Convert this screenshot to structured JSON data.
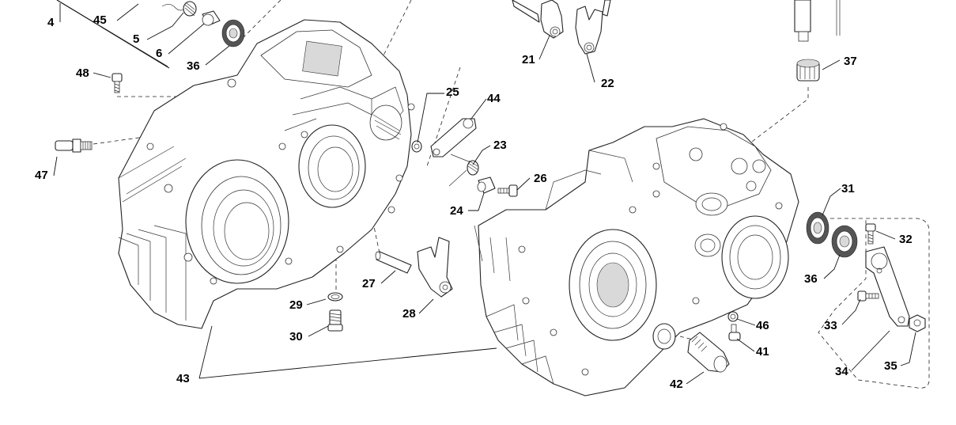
{
  "diagram": {
    "callouts": [
      {
        "id": "c4",
        "label": "4"
      },
      {
        "id": "c45",
        "label": "45"
      },
      {
        "id": "c5",
        "label": "5"
      },
      {
        "id": "c6",
        "label": "6"
      },
      {
        "id": "c36a",
        "label": "36"
      },
      {
        "id": "c48",
        "label": "48"
      },
      {
        "id": "c47",
        "label": "47"
      },
      {
        "id": "c21",
        "label": "21"
      },
      {
        "id": "c22",
        "label": "22"
      },
      {
        "id": "c37",
        "label": "37"
      },
      {
        "id": "c25",
        "label": "25"
      },
      {
        "id": "c44",
        "label": "44"
      },
      {
        "id": "c23",
        "label": "23"
      },
      {
        "id": "c26",
        "label": "26"
      },
      {
        "id": "c24",
        "label": "24"
      },
      {
        "id": "c31",
        "label": "31"
      },
      {
        "id": "c32",
        "label": "32"
      },
      {
        "id": "c36b",
        "label": "36"
      },
      {
        "id": "c27",
        "label": "27"
      },
      {
        "id": "c28",
        "label": "28"
      },
      {
        "id": "c29",
        "label": "29"
      },
      {
        "id": "c30",
        "label": "30"
      },
      {
        "id": "c46",
        "label": "46"
      },
      {
        "id": "c41",
        "label": "41"
      },
      {
        "id": "c33",
        "label": "33"
      },
      {
        "id": "c42",
        "label": "42"
      },
      {
        "id": "c43",
        "label": "43"
      },
      {
        "id": "c34",
        "label": "34"
      },
      {
        "id": "c35",
        "label": "35"
      }
    ]
  }
}
